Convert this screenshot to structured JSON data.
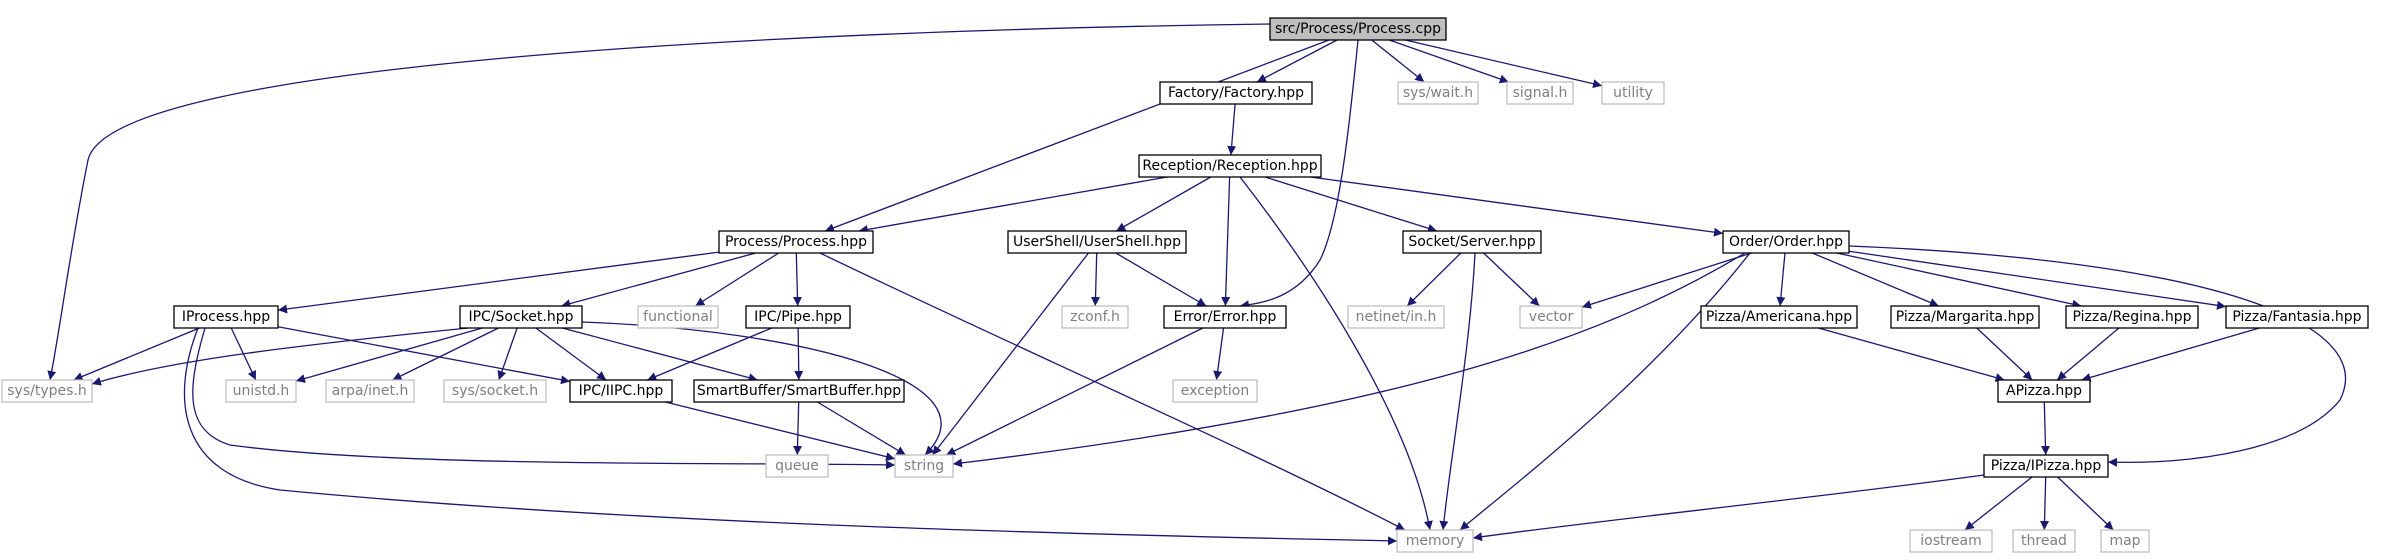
{
  "colors": {
    "root_fill": "#bfbfbf",
    "documented_border": "#000000",
    "system_border": "#bfbfbf",
    "system_text": "#7f7f7f",
    "documented_text": "#000000",
    "edge": "#191970"
  },
  "nodes": [
    {
      "id": "n_root",
      "label": "src/Process/Process.cpp",
      "kind": "root"
    },
    {
      "id": "n_factory",
      "label": "Factory/Factory.hpp",
      "kind": "doc"
    },
    {
      "id": "n_syswait",
      "label": "sys/wait.h",
      "kind": "sys"
    },
    {
      "id": "n_signal",
      "label": "signal.h",
      "kind": "sys"
    },
    {
      "id": "n_utility",
      "label": "utility",
      "kind": "sys"
    },
    {
      "id": "n_reception",
      "label": "Reception/Reception.hpp",
      "kind": "doc"
    },
    {
      "id": "n_processhpp",
      "label": "Process/Process.hpp",
      "kind": "doc"
    },
    {
      "id": "n_usershell",
      "label": "UserShell/UserShell.hpp",
      "kind": "doc"
    },
    {
      "id": "n_server",
      "label": "Socket/Server.hpp",
      "kind": "doc"
    },
    {
      "id": "n_order",
      "label": "Order/Order.hpp",
      "kind": "doc"
    },
    {
      "id": "n_iprocess",
      "label": "IProcess.hpp",
      "kind": "doc"
    },
    {
      "id": "n_ipcsocket",
      "label": "IPC/Socket.hpp",
      "kind": "doc"
    },
    {
      "id": "n_functional",
      "label": "functional",
      "kind": "sys"
    },
    {
      "id": "n_ipcpipe",
      "label": "IPC/Pipe.hpp",
      "kind": "doc"
    },
    {
      "id": "n_zconf",
      "label": "zconf.h",
      "kind": "sys"
    },
    {
      "id": "n_error",
      "label": "Error/Error.hpp",
      "kind": "doc"
    },
    {
      "id": "n_netinet",
      "label": "netinet/in.h",
      "kind": "sys"
    },
    {
      "id": "n_vector",
      "label": "vector",
      "kind": "sys"
    },
    {
      "id": "n_americana",
      "label": "Pizza/Americana.hpp",
      "kind": "doc"
    },
    {
      "id": "n_margarita",
      "label": "Pizza/Margarita.hpp",
      "kind": "doc"
    },
    {
      "id": "n_regina",
      "label": "Pizza/Regina.hpp",
      "kind": "doc"
    },
    {
      "id": "n_fantasia",
      "label": "Pizza/Fantasia.hpp",
      "kind": "doc"
    },
    {
      "id": "n_systypes",
      "label": "sys/types.h",
      "kind": "sys"
    },
    {
      "id": "n_unistd",
      "label": "unistd.h",
      "kind": "sys"
    },
    {
      "id": "n_arpainet",
      "label": "arpa/inet.h",
      "kind": "sys"
    },
    {
      "id": "n_syssocket",
      "label": "sys/socket.h",
      "kind": "sys"
    },
    {
      "id": "n_iipc",
      "label": "IPC/IIPC.hpp",
      "kind": "doc"
    },
    {
      "id": "n_smartbuffer",
      "label": "SmartBuffer/SmartBuffer.hpp",
      "kind": "doc"
    },
    {
      "id": "n_exception",
      "label": "exception",
      "kind": "sys"
    },
    {
      "id": "n_apizza",
      "label": "APizza.hpp",
      "kind": "doc"
    },
    {
      "id": "n_queue",
      "label": "queue",
      "kind": "sys"
    },
    {
      "id": "n_string",
      "label": "string",
      "kind": "sys"
    },
    {
      "id": "n_ipizza",
      "label": "Pizza/IPizza.hpp",
      "kind": "doc"
    },
    {
      "id": "n_memory",
      "label": "memory",
      "kind": "sys"
    },
    {
      "id": "n_iostream",
      "label": "iostream",
      "kind": "sys"
    },
    {
      "id": "n_thread",
      "label": "thread",
      "kind": "sys"
    },
    {
      "id": "n_map",
      "label": "map",
      "kind": "sys"
    }
  ],
  "edges": [
    [
      "n_root",
      "n_systypes"
    ],
    [
      "n_root",
      "n_processhpp"
    ],
    [
      "n_root",
      "n_factory"
    ],
    [
      "n_root",
      "n_error"
    ],
    [
      "n_root",
      "n_syswait"
    ],
    [
      "n_root",
      "n_signal"
    ],
    [
      "n_root",
      "n_utility"
    ],
    [
      "n_factory",
      "n_reception"
    ],
    [
      "n_reception",
      "n_processhpp"
    ],
    [
      "n_reception",
      "n_usershell"
    ],
    [
      "n_reception",
      "n_error"
    ],
    [
      "n_reception",
      "n_memory"
    ],
    [
      "n_reception",
      "n_server"
    ],
    [
      "n_reception",
      "n_order"
    ],
    [
      "n_processhpp",
      "n_iprocess"
    ],
    [
      "n_processhpp",
      "n_ipcsocket"
    ],
    [
      "n_processhpp",
      "n_functional"
    ],
    [
      "n_processhpp",
      "n_ipcpipe"
    ],
    [
      "n_processhpp",
      "n_memory"
    ],
    [
      "n_usershell",
      "n_zconf"
    ],
    [
      "n_usershell",
      "n_error"
    ],
    [
      "n_usershell",
      "n_string"
    ],
    [
      "n_server",
      "n_netinet"
    ],
    [
      "n_server",
      "n_vector"
    ],
    [
      "n_server",
      "n_memory"
    ],
    [
      "n_order",
      "n_vector"
    ],
    [
      "n_order",
      "n_string"
    ],
    [
      "n_order",
      "n_memory"
    ],
    [
      "n_order",
      "n_americana"
    ],
    [
      "n_order",
      "n_margarita"
    ],
    [
      "n_order",
      "n_regina"
    ],
    [
      "n_order",
      "n_fantasia"
    ],
    [
      "n_order",
      "n_ipizza"
    ],
    [
      "n_iprocess",
      "n_systypes"
    ],
    [
      "n_iprocess",
      "n_unistd"
    ],
    [
      "n_iprocess",
      "n_iipc"
    ],
    [
      "n_iprocess",
      "n_string"
    ],
    [
      "n_iprocess",
      "n_memory"
    ],
    [
      "n_ipcsocket",
      "n_systypes"
    ],
    [
      "n_ipcsocket",
      "n_unistd"
    ],
    [
      "n_ipcsocket",
      "n_arpainet"
    ],
    [
      "n_ipcsocket",
      "n_syssocket"
    ],
    [
      "n_ipcsocket",
      "n_iipc"
    ],
    [
      "n_ipcsocket",
      "n_smartbuffer"
    ],
    [
      "n_ipcsocket",
      "n_string"
    ],
    [
      "n_ipcpipe",
      "n_iipc"
    ],
    [
      "n_ipcpipe",
      "n_smartbuffer"
    ],
    [
      "n_error",
      "n_exception"
    ],
    [
      "n_error",
      "n_string"
    ],
    [
      "n_iipc",
      "n_string"
    ],
    [
      "n_smartbuffer",
      "n_queue"
    ],
    [
      "n_smartbuffer",
      "n_string"
    ],
    [
      "n_americana",
      "n_apizza"
    ],
    [
      "n_margarita",
      "n_apizza"
    ],
    [
      "n_regina",
      "n_apizza"
    ],
    [
      "n_fantasia",
      "n_apizza"
    ],
    [
      "n_apizza",
      "n_ipizza"
    ],
    [
      "n_ipizza",
      "n_memory"
    ],
    [
      "n_ipizza",
      "n_iostream"
    ],
    [
      "n_ipizza",
      "n_thread"
    ],
    [
      "n_ipizza",
      "n_map"
    ]
  ]
}
